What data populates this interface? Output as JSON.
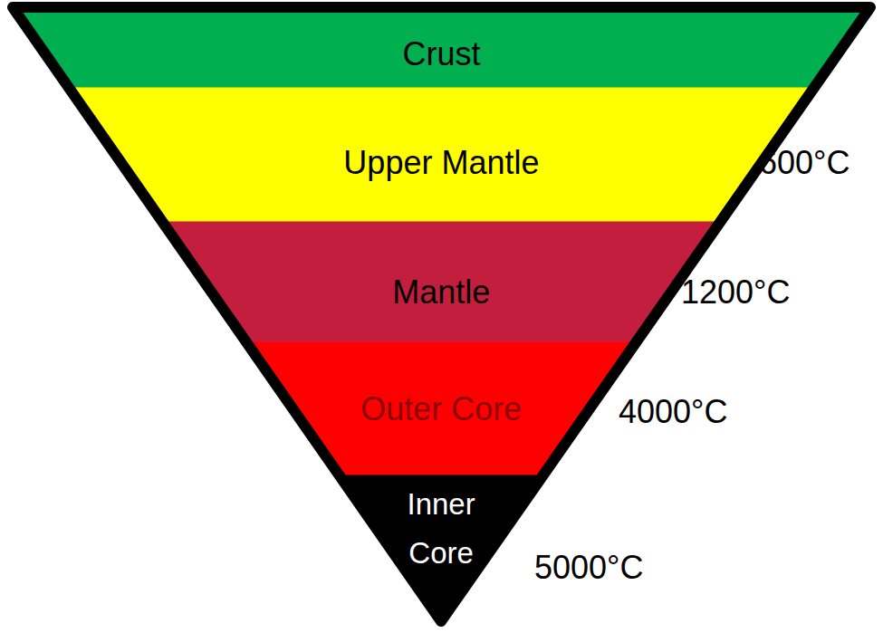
{
  "diagram": {
    "nodes": [
      {
        "text": [
          "Crust"
        ]
      },
      {
        "text": [
          "Upper Mantle"
        ]
      },
      {
        "text": [
          "Mantle"
        ]
      },
      {
        "text": [
          "Outer Core"
        ]
      },
      {
        "text": [
          "Inner Core"
        ]
      }
    ],
    "labels": [
      "600°C",
      "1200°C",
      "4000°C",
      "5000°C"
    ]
  }
}
